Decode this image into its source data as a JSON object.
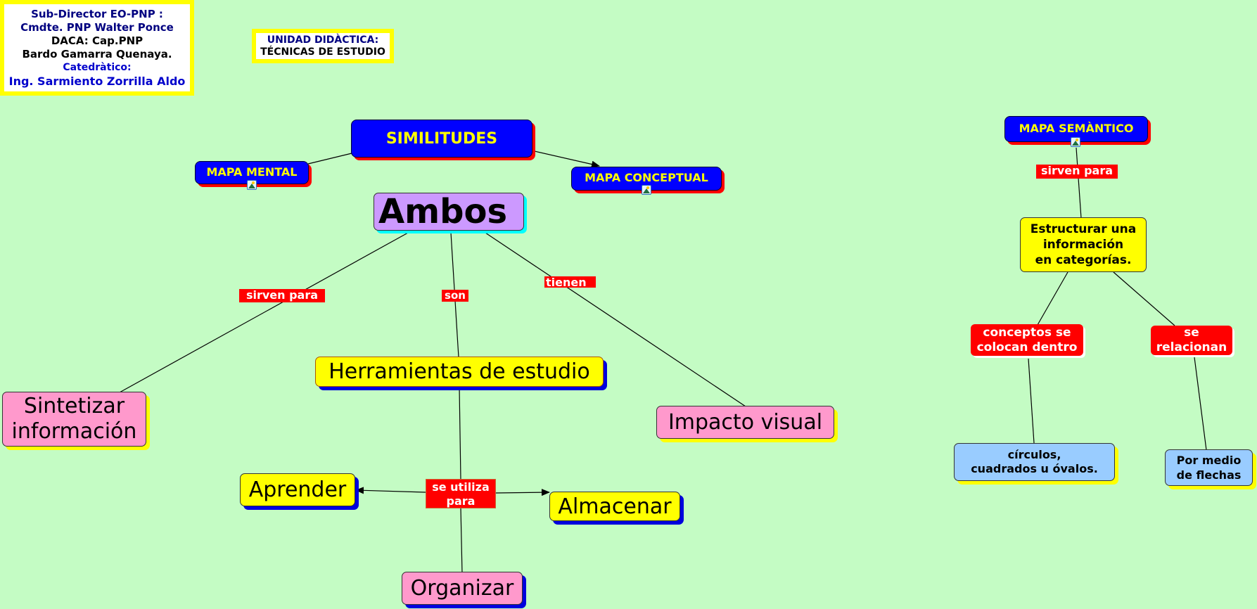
{
  "info_box": {
    "line1": "Sub-Director EO-PNP :",
    "line2": "Cmdte. PNP Walter Ponce",
    "line3": "DACA: Cap.PNP",
    "line4": "Bardo Gamarra Quenaya.",
    "line5": "Catedràtico:",
    "line6": "Ing. Sarmiento Zorrilla Aldo"
  },
  "unit_box": {
    "line1": "UNIDAD DIDÀCTICA:",
    "line2": "TÉCNICAS DE ESTUDIO"
  },
  "nodes": {
    "similitudes": "SIMILITUDES",
    "mapa_mental": "MAPA MENTAL",
    "mapa_conceptual": "MAPA CONCEPTUAL",
    "mapa_semantico": "MAPA SEMÀNTICO",
    "ambos": "Ambos",
    "herramientas": "Herramientas de estudio",
    "sintetizar_1": "Sintetizar",
    "sintetizar_2": "información",
    "impacto": "Impacto visual",
    "aprender": "Aprender",
    "almacenar": "Almacenar",
    "organizar": "Organizar",
    "estructurar_1": "Estructurar una",
    "estructurar_2": "información",
    "estructurar_3": "en categorías.",
    "circulos_1": "círculos,",
    "circulos_2": "cuadrados u óvalos.",
    "flechas_1": "Por medio",
    "flechas_2": "de flechas"
  },
  "links": {
    "sirven_para": "sirven para",
    "son": "son",
    "tienen": "tienen",
    "se_utiliza_1": "se utiliza",
    "se_utiliza_2": "para",
    "sirven_para_sem": "sirven para",
    "conceptos_1": "conceptos se",
    "conceptos_2": "colocan dentro",
    "se_rel_1": "se",
    "se_rel_2": "relacionan"
  },
  "icons": {
    "resource": "image-resource-icon"
  },
  "colors": {
    "background": "#c4fcc4",
    "header_fill": "#0000ff",
    "header_text": "#ffff00",
    "header_shadow": "#ff0000",
    "link_fill": "#ff0000",
    "yellow_node": "#ffff00",
    "pink_node": "#ff99cc",
    "purple_node": "#cc99ff",
    "blue_node": "#99ccff"
  }
}
